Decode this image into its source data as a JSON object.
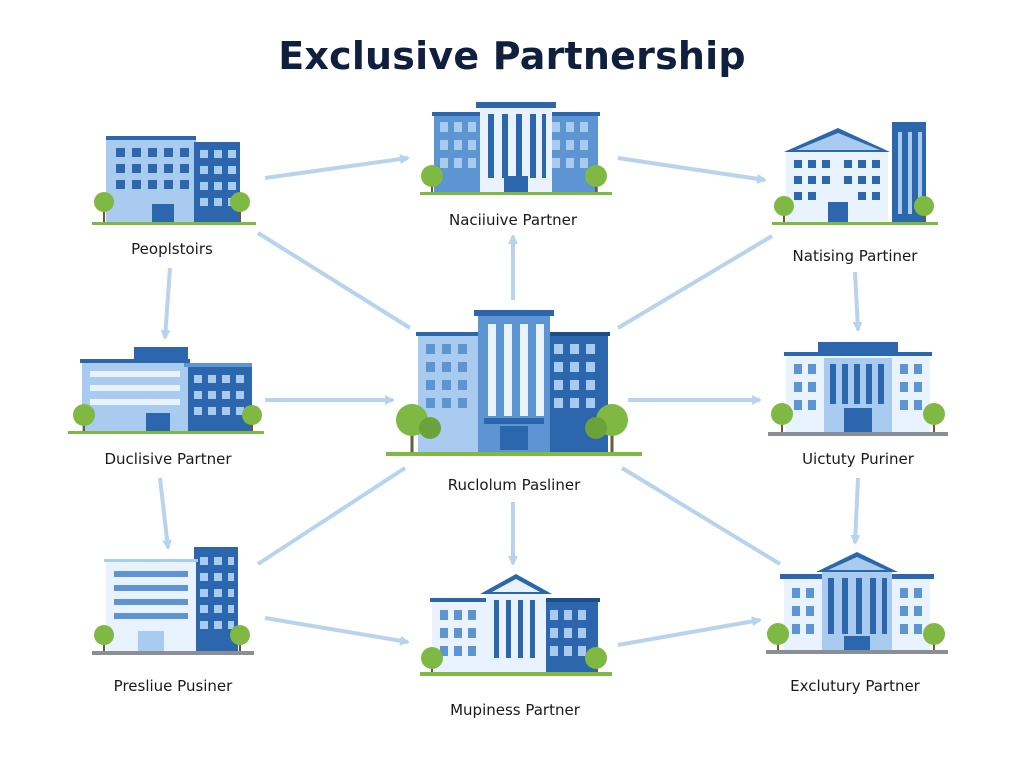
{
  "diagram": {
    "title": "Exclusive Partnership",
    "colors": {
      "arrow": "#b8d4ec",
      "building_dark": "#2c67ad",
      "building_mid": "#5d95d3",
      "building_light": "#a9cbef",
      "window": "#e9f3ff",
      "tree": "#7fb843",
      "trunk": "#6e5a3a",
      "ground": "#8a8f96",
      "title": "#0f1f3d"
    },
    "nodes": [
      {
        "id": "top-left",
        "label": "Peoplstoirs"
      },
      {
        "id": "top-center",
        "label": "Naciiuive Partner"
      },
      {
        "id": "top-right",
        "label": "Natising Partiner"
      },
      {
        "id": "mid-left",
        "label": "Duclisive Partner"
      },
      {
        "id": "center",
        "label": "Ruclolum Pasliner"
      },
      {
        "id": "mid-right",
        "label": "Uictuty Puriner"
      },
      {
        "id": "bottom-left",
        "label": "Presliue Pusiner"
      },
      {
        "id": "bottom-center",
        "label": "Mupiness Partner"
      },
      {
        "id": "bottom-right",
        "label": "Exclutury Partner"
      }
    ]
  }
}
